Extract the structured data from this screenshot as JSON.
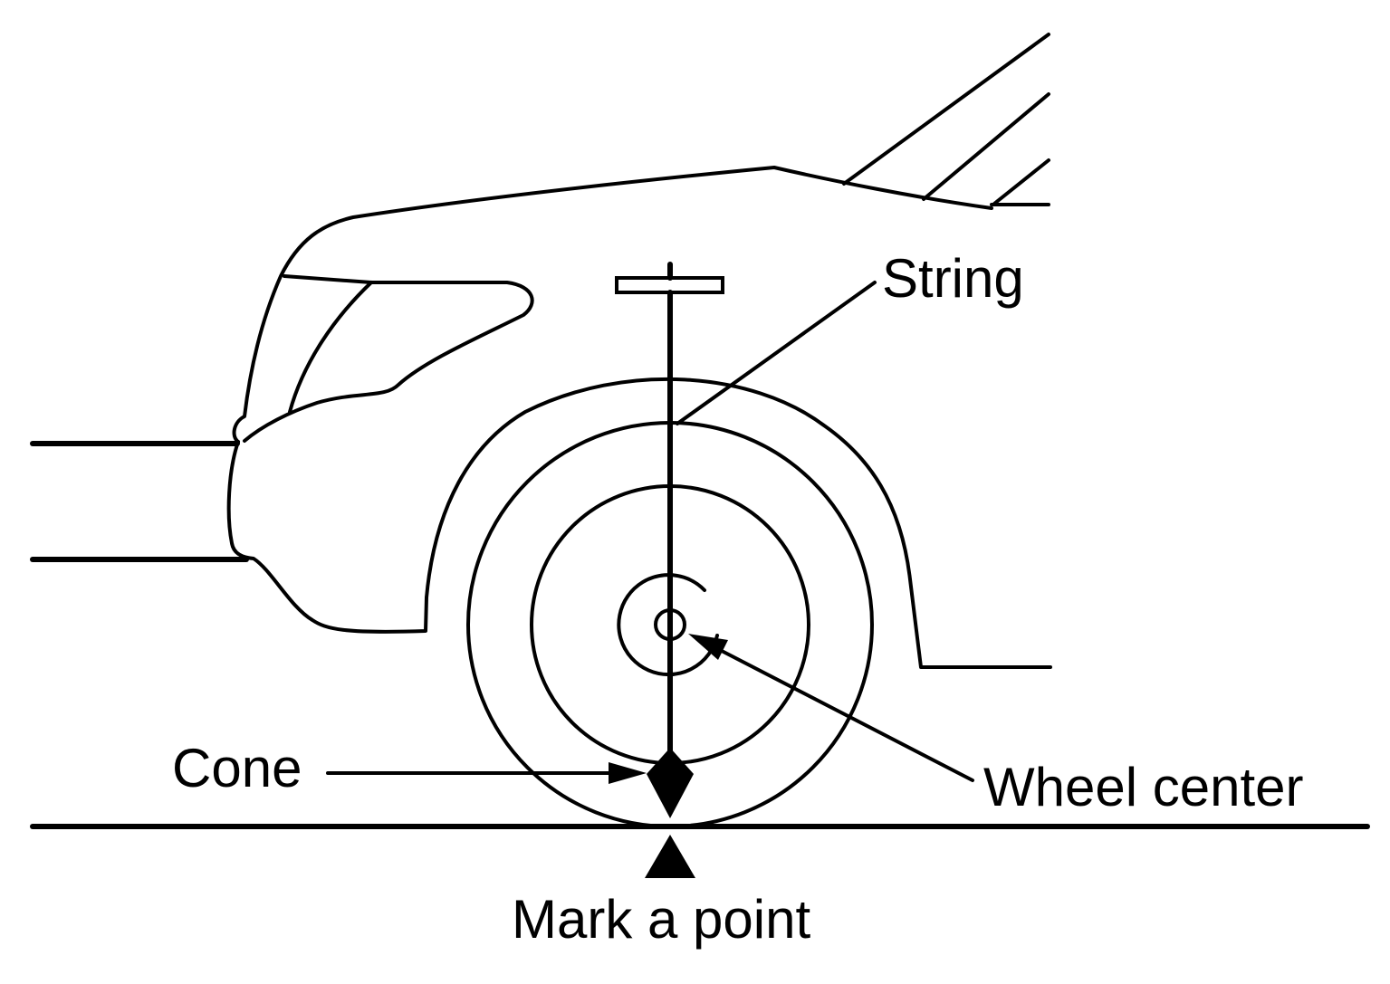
{
  "labels": {
    "string": "String",
    "wheel_center": "Wheel center",
    "cone": "Cone",
    "mark_point": "Mark a point"
  },
  "colors": {
    "line": "#000000",
    "background": "#ffffff"
  }
}
